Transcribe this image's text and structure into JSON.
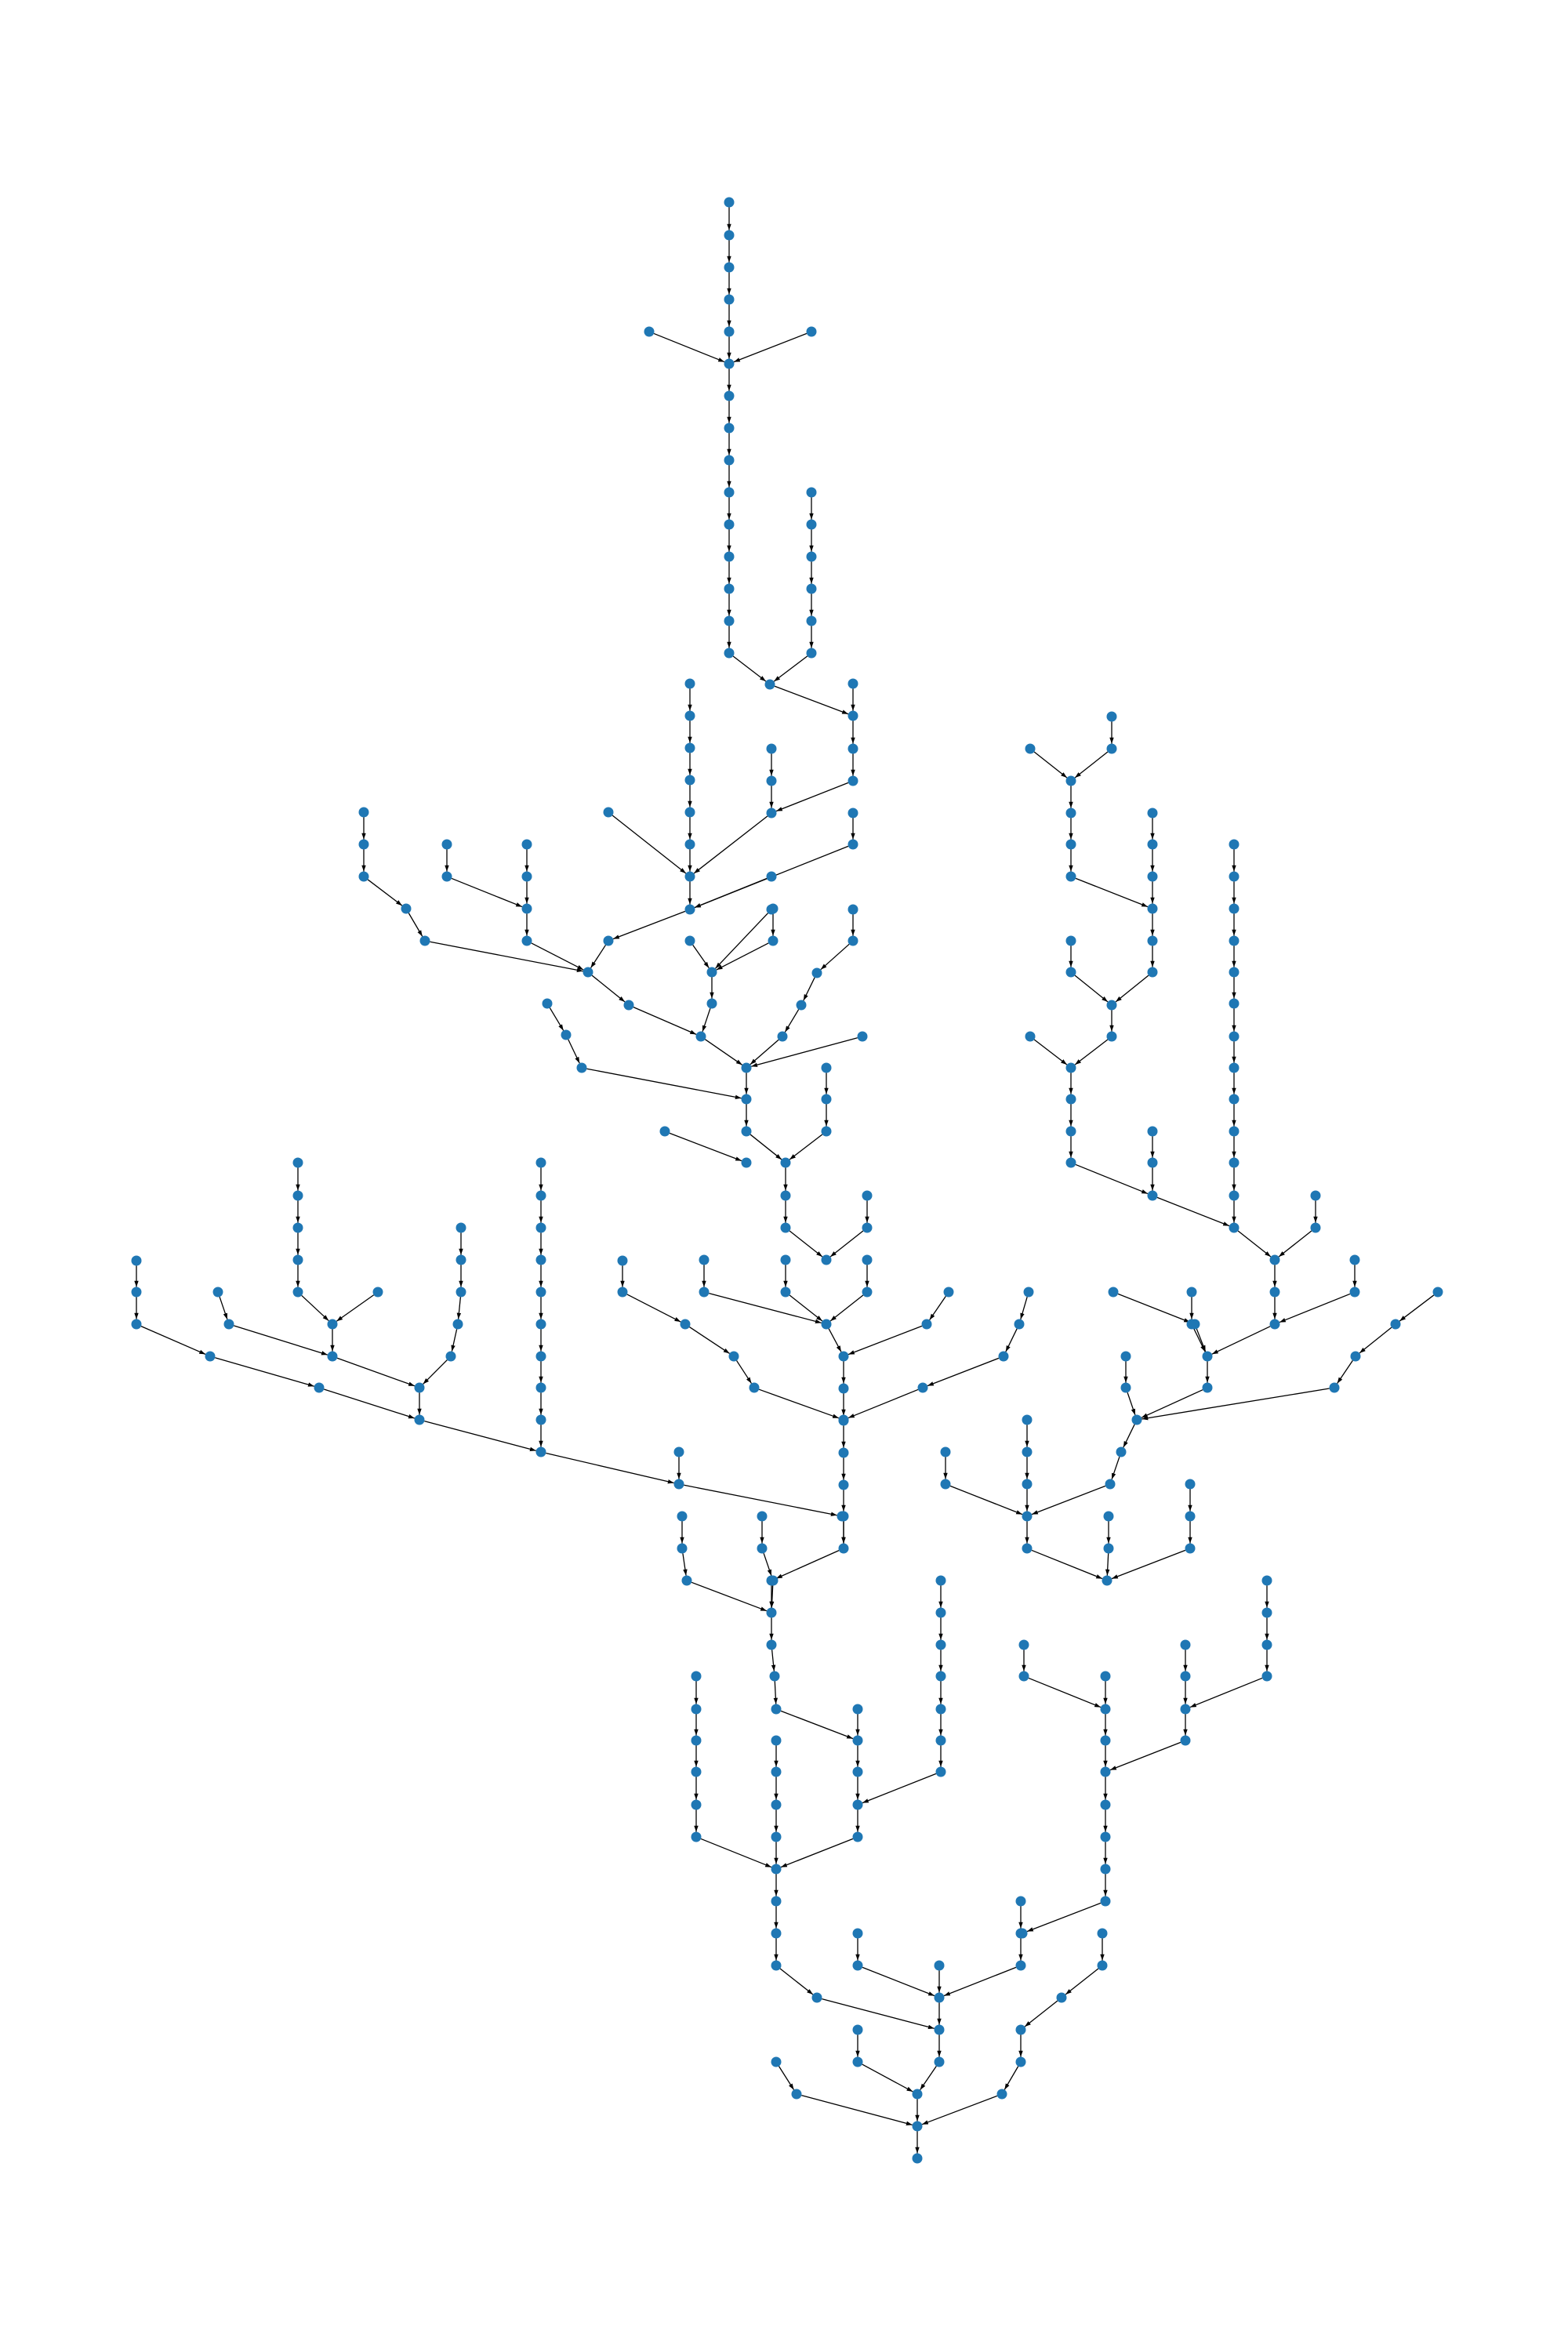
{
  "diagram": {
    "type": "directed-tree",
    "style": {
      "node_color": "#1f77b4",
      "edge_color": "#000000",
      "background": "#ffffff"
    },
    "edges": [
      [
        1,
        2
      ],
      [
        2,
        3
      ],
      [
        3,
        4
      ],
      [
        4,
        5
      ],
      [
        5,
        6
      ],
      [
        7,
        6
      ],
      [
        8,
        6
      ],
      [
        6,
        9
      ],
      [
        9,
        10
      ],
      [
        10,
        11
      ],
      [
        11,
        12
      ],
      [
        12,
        13
      ],
      [
        13,
        14
      ],
      [
        14,
        15
      ],
      [
        15,
        16
      ],
      [
        16,
        17
      ],
      [
        17,
        18
      ],
      [
        18,
        19
      ],
      [
        20,
        21
      ],
      [
        21,
        22
      ],
      [
        22,
        23
      ],
      [
        23,
        24
      ],
      [
        24,
        25
      ],
      [
        25,
        19
      ],
      [
        19,
        26
      ],
      [
        26,
        27
      ],
      [
        27,
        28
      ],
      [
        28,
        29
      ],
      [
        29,
        30
      ],
      [
        31,
        32
      ],
      [
        32,
        33
      ],
      [
        33,
        34
      ],
      [
        34,
        35
      ],
      [
        35,
        36
      ],
      [
        36,
        37
      ],
      [
        37,
        38
      ],
      [
        39,
        40
      ],
      [
        40,
        41
      ],
      [
        41,
        30
      ],
      [
        30,
        42
      ],
      [
        42,
        38
      ],
      [
        43,
        38
      ],
      [
        38,
        44
      ],
      [
        45,
        44
      ],
      [
        46,
        47
      ],
      [
        47,
        44
      ],
      [
        44,
        48
      ],
      [
        48,
        49
      ],
      [
        50,
        51
      ],
      [
        51,
        52
      ],
      [
        52,
        53
      ],
      [
        53,
        54
      ],
      [
        54,
        49
      ],
      [
        55,
        56
      ],
      [
        56,
        57
      ],
      [
        57,
        58
      ],
      [
        59,
        57
      ],
      [
        57,
        58
      ],
      [
        58,
        49
      ],
      [
        60,
        61
      ],
      [
        61,
        58
      ],
      [
        62,
        63
      ],
      [
        63,
        64
      ],
      [
        65,
        66
      ],
      [
        66,
        67
      ],
      [
        67,
        68
      ],
      [
        69,
        70
      ],
      [
        70,
        71
      ],
      [
        71,
        72
      ],
      [
        72,
        73
      ],
      [
        74,
        75
      ],
      [
        75,
        76
      ],
      [
        76,
        68
      ],
      [
        68,
        77
      ],
      [
        77,
        78
      ],
      [
        79,
        80
      ],
      [
        80,
        81
      ],
      [
        81,
        82
      ],
      [
        82,
        83
      ],
      [
        83,
        84
      ],
      [
        84,
        85
      ],
      [
        85,
        86
      ],
      [
        86,
        87
      ],
      [
        87,
        88
      ],
      [
        88,
        89
      ],
      [
        89,
        90
      ],
      [
        90,
        91
      ],
      [
        91,
        92
      ],
      [
        92,
        93
      ],
      [
        93,
        94
      ],
      [
        94,
        95
      ],
      [
        73,
        94
      ],
      [
        96,
        97
      ],
      [
        97,
        95
      ],
      [
        95,
        98
      ],
      [
        98,
        99
      ],
      [
        99,
        100
      ],
      [
        101,
        102
      ],
      [
        102,
        100
      ],
      [
        103,
        104
      ],
      [
        104,
        105
      ],
      [
        105,
        106
      ],
      [
        106,
        100
      ]
    ]
  }
}
